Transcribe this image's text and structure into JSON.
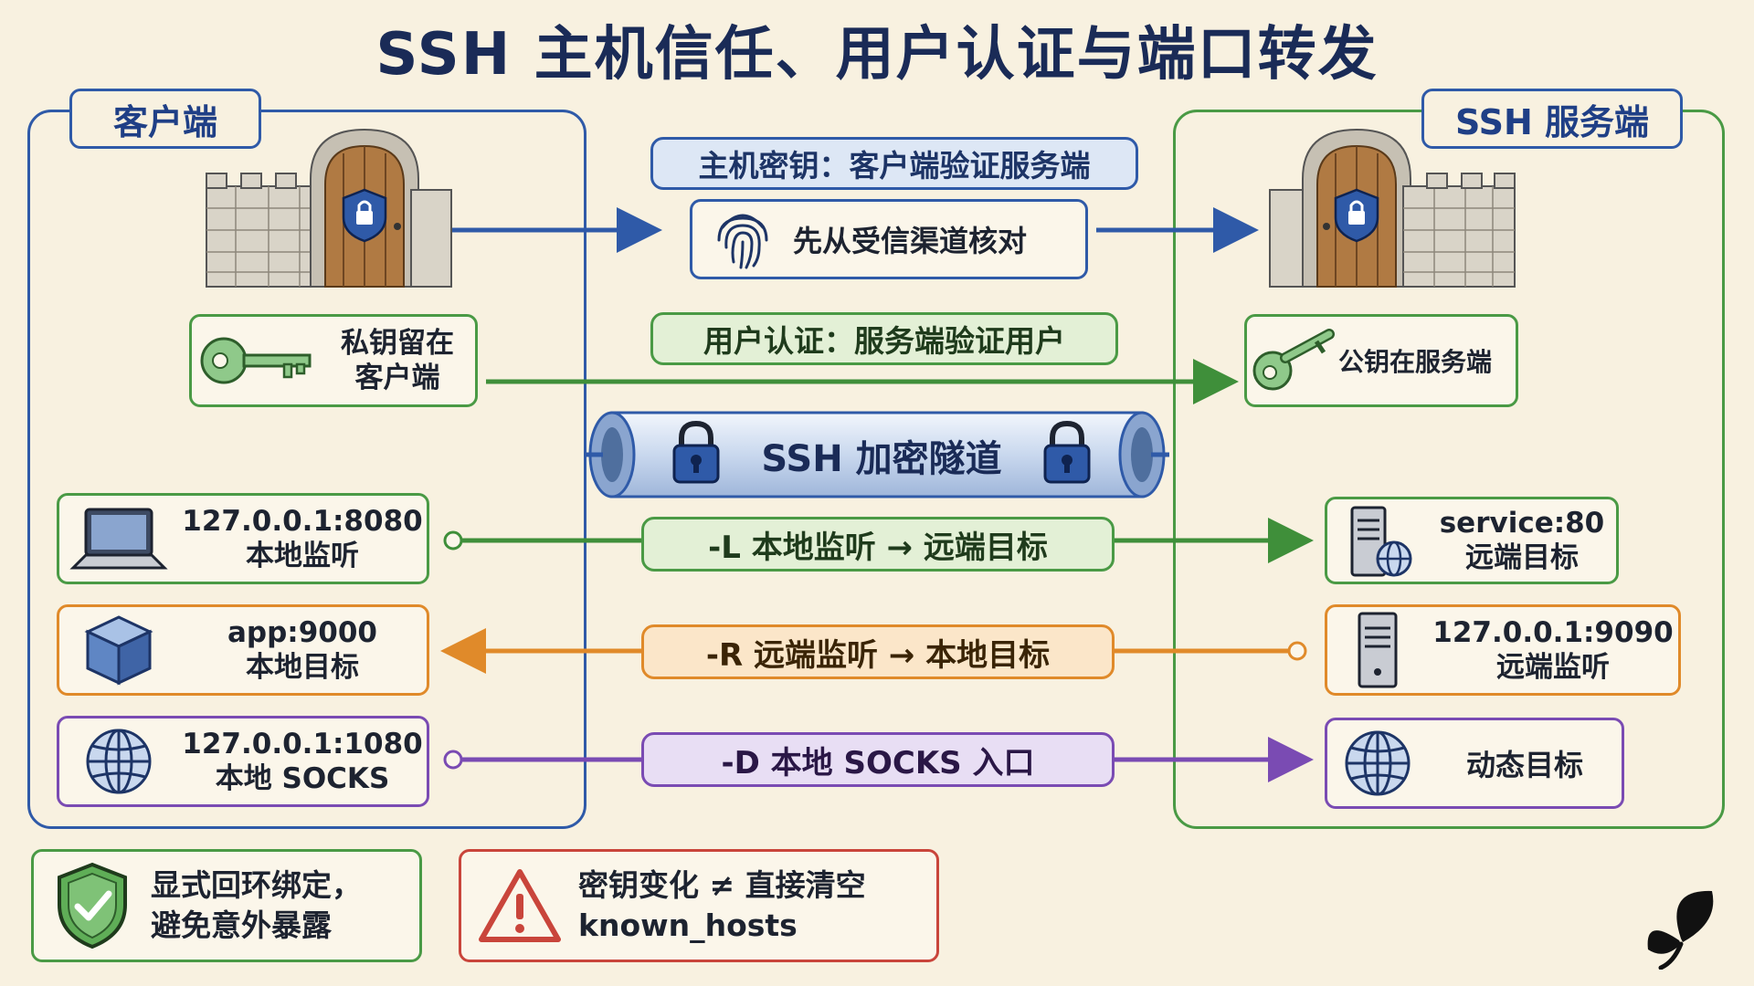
{
  "title": "SSH 主机信任、用户认证与端口转发",
  "client": {
    "label": "客户端",
    "private_key": {
      "line1": "私钥留在",
      "line2": "客户端"
    },
    "local_forward": {
      "line1": "127.0.0.1:8080",
      "line2": "本地监听"
    },
    "remote_forward": {
      "line1": "app:9000",
      "line2": "本地目标"
    },
    "dynamic_forward": {
      "line1": "127.0.0.1:1080",
      "line2": "本地 SOCKS"
    }
  },
  "server": {
    "label": "SSH 服务端",
    "public_key": "公钥在服务端",
    "local_forward": {
      "line1": "service:80",
      "line2": "远端目标"
    },
    "remote_forward": {
      "line1": "127.0.0.1:9090",
      "line2": "远端监听"
    },
    "dynamic_forward": "动态目标"
  },
  "center": {
    "host_key": "主机密钥：客户端验证服务端",
    "trusted_channel": "先从受信渠道核对",
    "user_auth": "用户认证：服务端验证用户",
    "tunnel": "SSH 加密隧道",
    "flag_l": "-L 本地监听 → 远端目标",
    "flag_r": "-R 远端监听 → 本地目标",
    "flag_d": "-D 本地 SOCKS 入口"
  },
  "notes": {
    "loopback": {
      "line1": "显式回环绑定，",
      "line2": "避免意外暴露"
    },
    "known_hosts": {
      "line1": "密钥变化 ≠ 直接清空",
      "line2": "known_hosts"
    }
  },
  "colors": {
    "blue": "#2f5aa8",
    "green": "#4a9a45",
    "orange": "#e08a2a",
    "purple": "#7a4bb3",
    "red": "#c9453b"
  }
}
